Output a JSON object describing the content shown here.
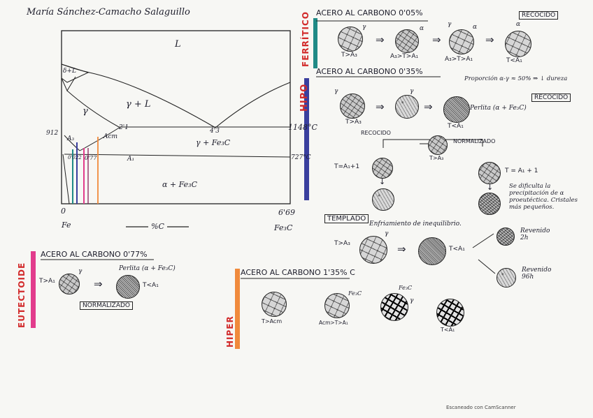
{
  "author": "María Sánchez-Camacho Salaguillo",
  "diagram": {
    "L": "L",
    "d_L": "δ+L",
    "gamma": "γ",
    "gamma_L": "γ + L",
    "gamma_Fe3C": "γ + Fe₃C",
    "alpha_Fe3C": "α + Fe₃C",
    "A3": "A₃",
    "Acm": "Acm",
    "A1": "A₁",
    "c2": "2'1",
    "c43": "4'3",
    "c077": "0'77",
    "c0022": "0'022",
    "t1148": "1148°C",
    "t727": "727°C",
    "t912": "912",
    "x0": "0",
    "x669": "6'69",
    "Fe": "Fe",
    "Fe3C": "Fe₃C",
    "axis": "%C"
  },
  "ferritico": {
    "tag": "FERRÍTICO",
    "title": "ACERO AL CARBONO 0'05%",
    "recocido": "RECOCIDO",
    "t1": "T>A₃",
    "t2": "A₃>T>A₁",
    "t3": "A₃>T>A₁",
    "t4": "T<A₁",
    "gamma": "γ",
    "alpha": "α",
    "arrow": "⇒"
  },
  "hipo": {
    "tag": "HIPO",
    "title": "ACERO AL CARBONO 0'35%",
    "note": "Proporción α-γ ≈ 50% ⇒ ↓ dureza",
    "recocido": "RECOCIDO",
    "t1": "T>A₃",
    "perlita": "Perlita (α + Fe₃C)",
    "t2": "T<A₁",
    "recocido2": "RECOCIDO",
    "normalizado": "NORMALIZADO",
    "ta3": "T>A₃",
    "ta1_left": "T=A₁+1",
    "ta1_right": "T = A₁ + 1",
    "obs": "Se dificulta la precipitación de α proeutéctica. Cristales más pequeños.",
    "gamma": "γ",
    "arrow": "⇒",
    "down": "↓"
  },
  "templado": {
    "label": "TEMPLADO",
    "desc": "Enfriamiento de inequilibrio.",
    "t1": "T>A₃",
    "t2": "T<A₁",
    "rev2": "Revenido 2h",
    "rev96": "Revenido 96h",
    "gamma": "γ",
    "arrow": "⇒"
  },
  "eutectoide": {
    "tag": "EUTECTOIDE",
    "title": "ACERO AL CARBONO 0'77%",
    "t1": "T>A₁",
    "perlita": "Perlita (α + Fe₃C)",
    "t2": "T<A₁",
    "normalizado": "NORMALIZADO",
    "gamma": "γ",
    "arrow": "⇒"
  },
  "hiper": {
    "tag": "HIPER",
    "title": "ACERO AL CARBONO 1'35% C",
    "t1": "T>Acm",
    "t2": "Acm>T>A₁",
    "t3": "T<A₁",
    "fe3c": "Fe₃C",
    "fe3c2": "Fe₃C",
    "gamma": "γ"
  },
  "footer": "Escaneado con CamScanner",
  "colors": {
    "teal": "#1f8a86",
    "navy": "#3a3f9e",
    "pink": "#e23c8c",
    "orange": "#f08a3c",
    "red": "#d22b2b",
    "blue_line": "#2c3c9e"
  }
}
